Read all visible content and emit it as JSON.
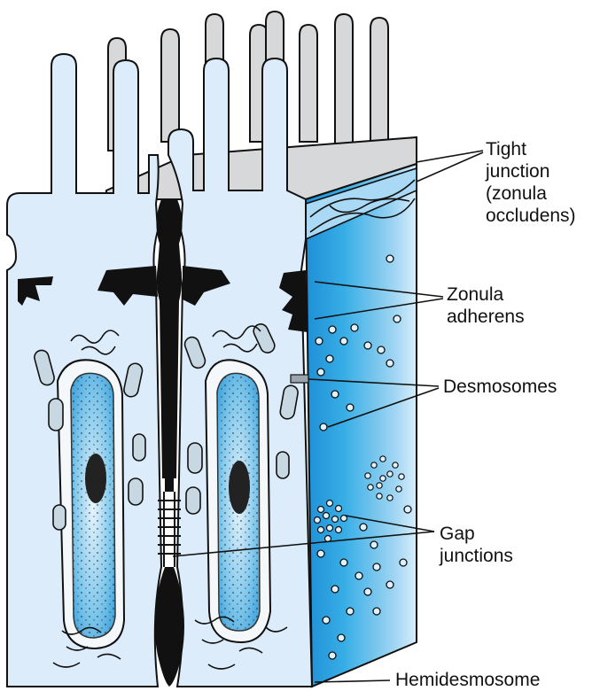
{
  "labels": {
    "tight_junction": "Tight\njunction\n(zonula\noccludens)",
    "zonula_adherens": "Zonula\nadherens",
    "desmosomes": "Desmosomes",
    "gap_junctions": "Gap\njunctions",
    "hemidesmosome": "Hemidesmosome"
  },
  "colors": {
    "cytoplasm": "#dcecfb",
    "lateral_face": "#2aa6e4",
    "nucleus": "#6cbde9",
    "microvilli": "#d6d8da",
    "outline": "#111111"
  }
}
